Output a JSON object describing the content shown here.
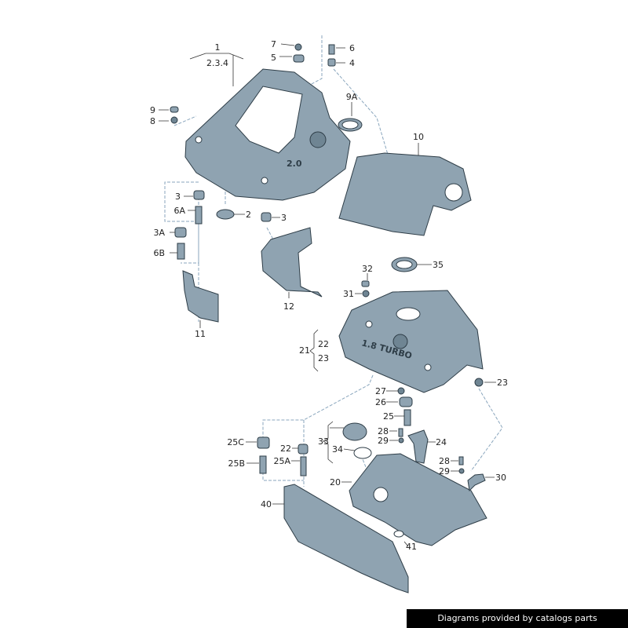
{
  "diagram": {
    "colors": {
      "part_fill": "#8fa3b1",
      "outline": "#2e3d47",
      "dash_line": "#8aa6bd"
    },
    "cover_markings": {
      "upper_cover": "2.0",
      "lower_cover": "1.8 TURBO"
    },
    "labels": [
      "1",
      "2.3.4",
      "7",
      "5",
      "6",
      "4",
      "9A",
      "9",
      "8",
      "10",
      "3",
      "6A",
      "2",
      "3",
      "3A",
      "6B",
      "32",
      "35",
      "31",
      "12",
      "11",
      "22",
      "21",
      "23",
      "23",
      "27",
      "26",
      "25",
      "28",
      "24",
      "29",
      "33",
      "34",
      "25C",
      "22",
      "25B",
      "25A",
      "28",
      "29",
      "30",
      "20",
      "40",
      "41"
    ]
  },
  "footer": {
    "text": "Diagrams provided by catalogs parts"
  }
}
